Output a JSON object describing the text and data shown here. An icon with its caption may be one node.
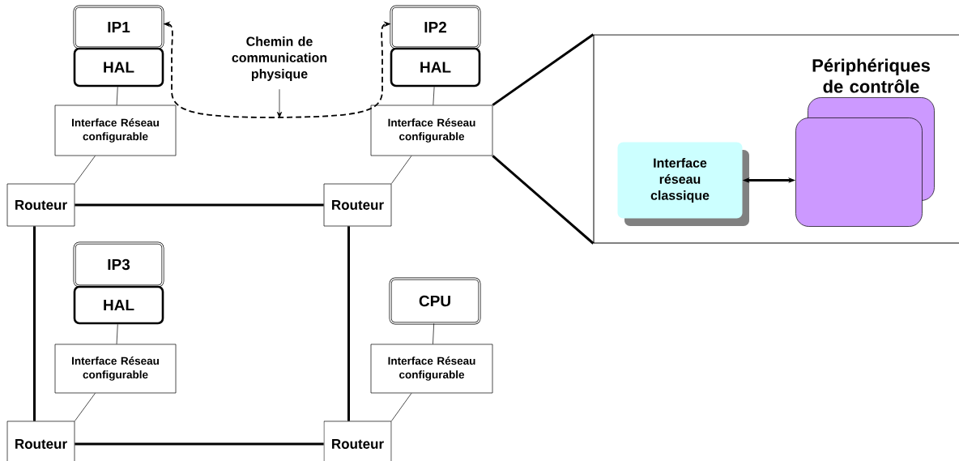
{
  "diagram": {
    "nodes": [
      {
        "text": [
          "IP1"
        ]
      },
      {
        "text": [
          "HAL"
        ]
      },
      {
        "text": [
          "Interface Réseau configurable"
        ]
      },
      {
        "text": [
          "Routeur"
        ]
      },
      {
        "text": [
          "IP2"
        ]
      },
      {
        "text": [
          "HAL"
        ]
      },
      {
        "text": [
          "Interface Réseau configurable"
        ]
      },
      {
        "text": [
          "Routeur"
        ]
      },
      {
        "text": [
          "IP3"
        ]
      },
      {
        "text": [
          "HAL"
        ]
      },
      {
        "text": [
          "Interface Réseau configurable"
        ]
      },
      {
        "text": [
          "CPU"
        ]
      },
      {
        "text": [
          "Interface Réseau configurable"
        ]
      },
      {
        "text": [
          "Routeur"
        ]
      },
      {
        "text": [
          "Routeur"
        ]
      },
      {
        "text": [
          "Chemin de communication physique"
        ]
      },
      {
        "text": [],
        "shape": "box"
      },
      {
        "text": [
          "Interface réseau classique"
        ],
        "in": 16
      },
      {
        "text": [
          "Périphériques de contrôle"
        ],
        "in": 16
      },
      {
        "text": [],
        "shape": "box",
        "in": 16
      }
    ],
    "edges": [
      {
        "from": 1,
        "to": 2,
        "arrow": "none"
      },
      {
        "from": 2,
        "to": 3,
        "arrow": "none"
      },
      {
        "from": 3,
        "to": 7,
        "arrow": "none",
        "style": "thick"
      },
      {
        "from": 3,
        "to": 13,
        "arrow": "none",
        "style": "thick"
      },
      {
        "from": 7,
        "to": 14,
        "arrow": "none",
        "style": "thick"
      },
      {
        "from": 13,
        "to": 14,
        "arrow": "none",
        "style": "thick"
      },
      {
        "from": 5,
        "to": 6,
        "arrow": "none"
      },
      {
        "from": 6,
        "to": 7,
        "arrow": "none"
      },
      {
        "from": 9,
        "to": 10,
        "arrow": "none"
      },
      {
        "from": 10,
        "to": 13,
        "arrow": "none"
      },
      {
        "from": 11,
        "to": 12,
        "arrow": "none"
      },
      {
        "from": 12,
        "to": 14,
        "arrow": "none"
      },
      {
        "from": 0,
        "to": 4,
        "arrow": "both",
        "style": "dashed"
      },
      {
        "from": 15,
        "to": null,
        "arrow": "to"
      },
      {
        "from": 6,
        "to": 16,
        "arrow": "none",
        "style": "thick"
      },
      {
        "from": 6,
        "to": 16,
        "arrow": "none",
        "style": "thick"
      },
      {
        "from": 17,
        "to": 19,
        "arrow": "both",
        "style": "thick"
      }
    ]
  }
}
